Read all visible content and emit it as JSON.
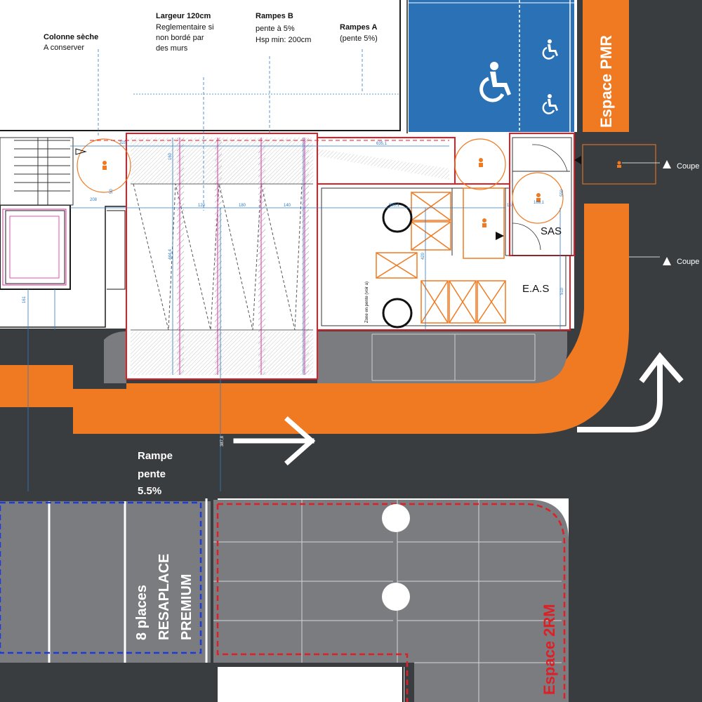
{
  "annotations": {
    "colonne_seche_title": "Colonne sèche",
    "colonne_seche_note": "A conserver",
    "largeur_title": "Largeur 120cm",
    "largeur_line1": "Reglementaire si",
    "largeur_line2": "non bordé par",
    "largeur_line3": "des murs",
    "rampes_b_title": "Rampes B",
    "rampes_b_line1": "pente à 5%",
    "rampes_b_line2": "Hsp min: 200cm",
    "rampes_a_title": "Rampes A",
    "rampes_a_line1": "(pente 5%)",
    "rampe_line1": "Rampe",
    "rampe_line2": "pente",
    "rampe_line3": "5.5%",
    "zone_label": "Zone en pente (voir a)"
  },
  "rooms": {
    "sas": "SAS",
    "eas": "E.A.S"
  },
  "zones": {
    "pmr": "Espace PMR",
    "rm": "Espace 2RM",
    "premium_line1": "8 places",
    "premium_line2": "RESAPLACE",
    "premium_line3": "PREMIUM"
  },
  "sections": {
    "coupe_1": "Coupe",
    "coupe_2": "Coupe"
  },
  "dimensions": {
    "d325": "325",
    "d208": "208",
    "d120": "120",
    "d140": "140",
    "d160": "160",
    "d180": "180",
    "d635": "635,1",
    "d590": "590,1",
    "d169": "169,1",
    "d420": "420",
    "d510": "510",
    "d550": "550",
    "d4444": "444,4",
    "d3878": "387,8",
    "d161": "161",
    "d15": "15",
    "d50": "50"
  },
  "icons": {
    "wheelchair": "wheelchair-icon",
    "arrow_right": "arrow-right-icon",
    "arrow_turn": "arrow-turn-up-icon",
    "section_marker": "section-triangle-icon"
  },
  "colors": {
    "asphalt": "#3a3d40",
    "slab": "#7a7c80",
    "orange": "#f07a22",
    "blue": "#2b71b5",
    "red": "#e01e26",
    "pink": "#e84eb0",
    "dim_blue": "#2f7cc4",
    "dark_blue": "#1f3ad6"
  }
}
